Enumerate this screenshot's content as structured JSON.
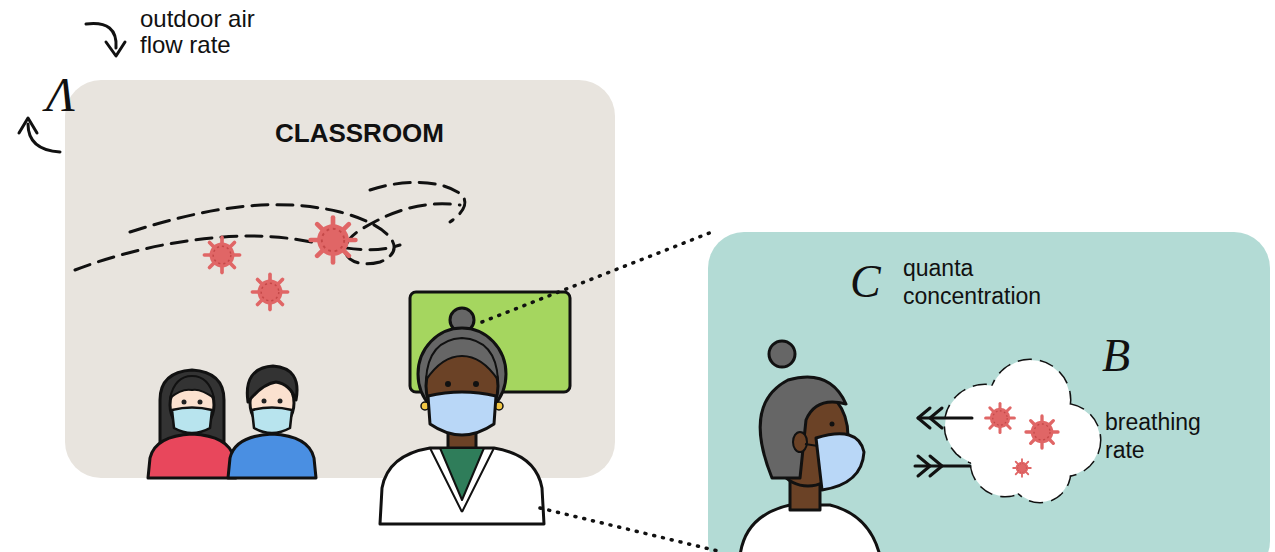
{
  "diagram": {
    "nodes": [
      {
        "text": [
          "CLASSROOM"
        ]
      },
      {
        "text": [
          "C",
          "quanta concentration",
          "B",
          "breathing rate"
        ]
      }
    ],
    "labels": [
      "outdoor air flow rate",
      "Λ"
    ]
  }
}
